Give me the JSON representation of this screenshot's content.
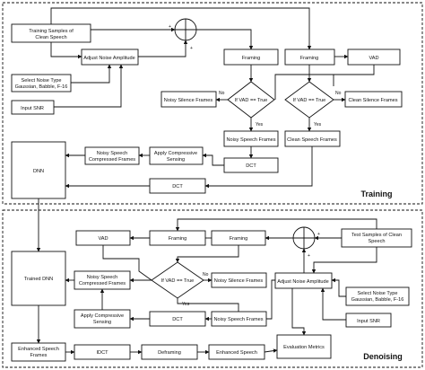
{
  "training": {
    "title": "Training",
    "samples": [
      "Training Samples of",
      "Clean Speech"
    ],
    "adjust": "Adjust Noise Amplitude",
    "noise_type": [
      "Select Noise Type",
      "Gaussian, Babble, F-16"
    ],
    "snr": "Input SNR",
    "framing1": "Framing",
    "framing2": "Framing",
    "vad": "VAD",
    "decision1": "If VAD == True",
    "decision2": "If VAD == True",
    "noisy_silence": "Noisy Silence Frames",
    "clean_silence": "Clean Silence Frames",
    "noisy_speech_frames": "Noisy Speech Frames",
    "clean_speech_frames": "Clean Speech Frames",
    "dnn": "DNN",
    "compressed": [
      "Noisy Speech",
      "Compressed Frames"
    ],
    "compressive": [
      "Apply Compressive",
      "Sensing"
    ],
    "dct1": "DCT",
    "dct2": "DCT",
    "no": "No",
    "yes": "Yes",
    "plus": "+"
  },
  "denoising": {
    "title": "Denoising",
    "vad": "VAD",
    "framing1": "Framing",
    "framing2": "Framing",
    "test_samples": [
      "Test Samples of Clean",
      "Speech"
    ],
    "trained_dnn": "Trained DNN",
    "compressed": [
      "Noisy Speech",
      "Compressed Frames"
    ],
    "decision": "If VAD == True",
    "noisy_silence": "Noisy Silence Frames",
    "adjust": "Adjust Noise Amplitude",
    "noise_type": [
      "Select Noise Type",
      "Gaussian, Babble, F-16"
    ],
    "compressive": [
      "Apply Compressive",
      "Sensing"
    ],
    "dct": "DCT",
    "noisy_speech_frames": "Noisy Speech Frames",
    "snr": "Input SNR",
    "enhanced_frames": [
      "Enhanced Speech",
      "Frames"
    ],
    "idct": "IDCT",
    "deframing": "Deframing",
    "enhanced_speech": "Enhanced Speech",
    "evaluation": "Evaluation Metrics",
    "no": "No",
    "yes": "Yes",
    "plus": "+"
  }
}
